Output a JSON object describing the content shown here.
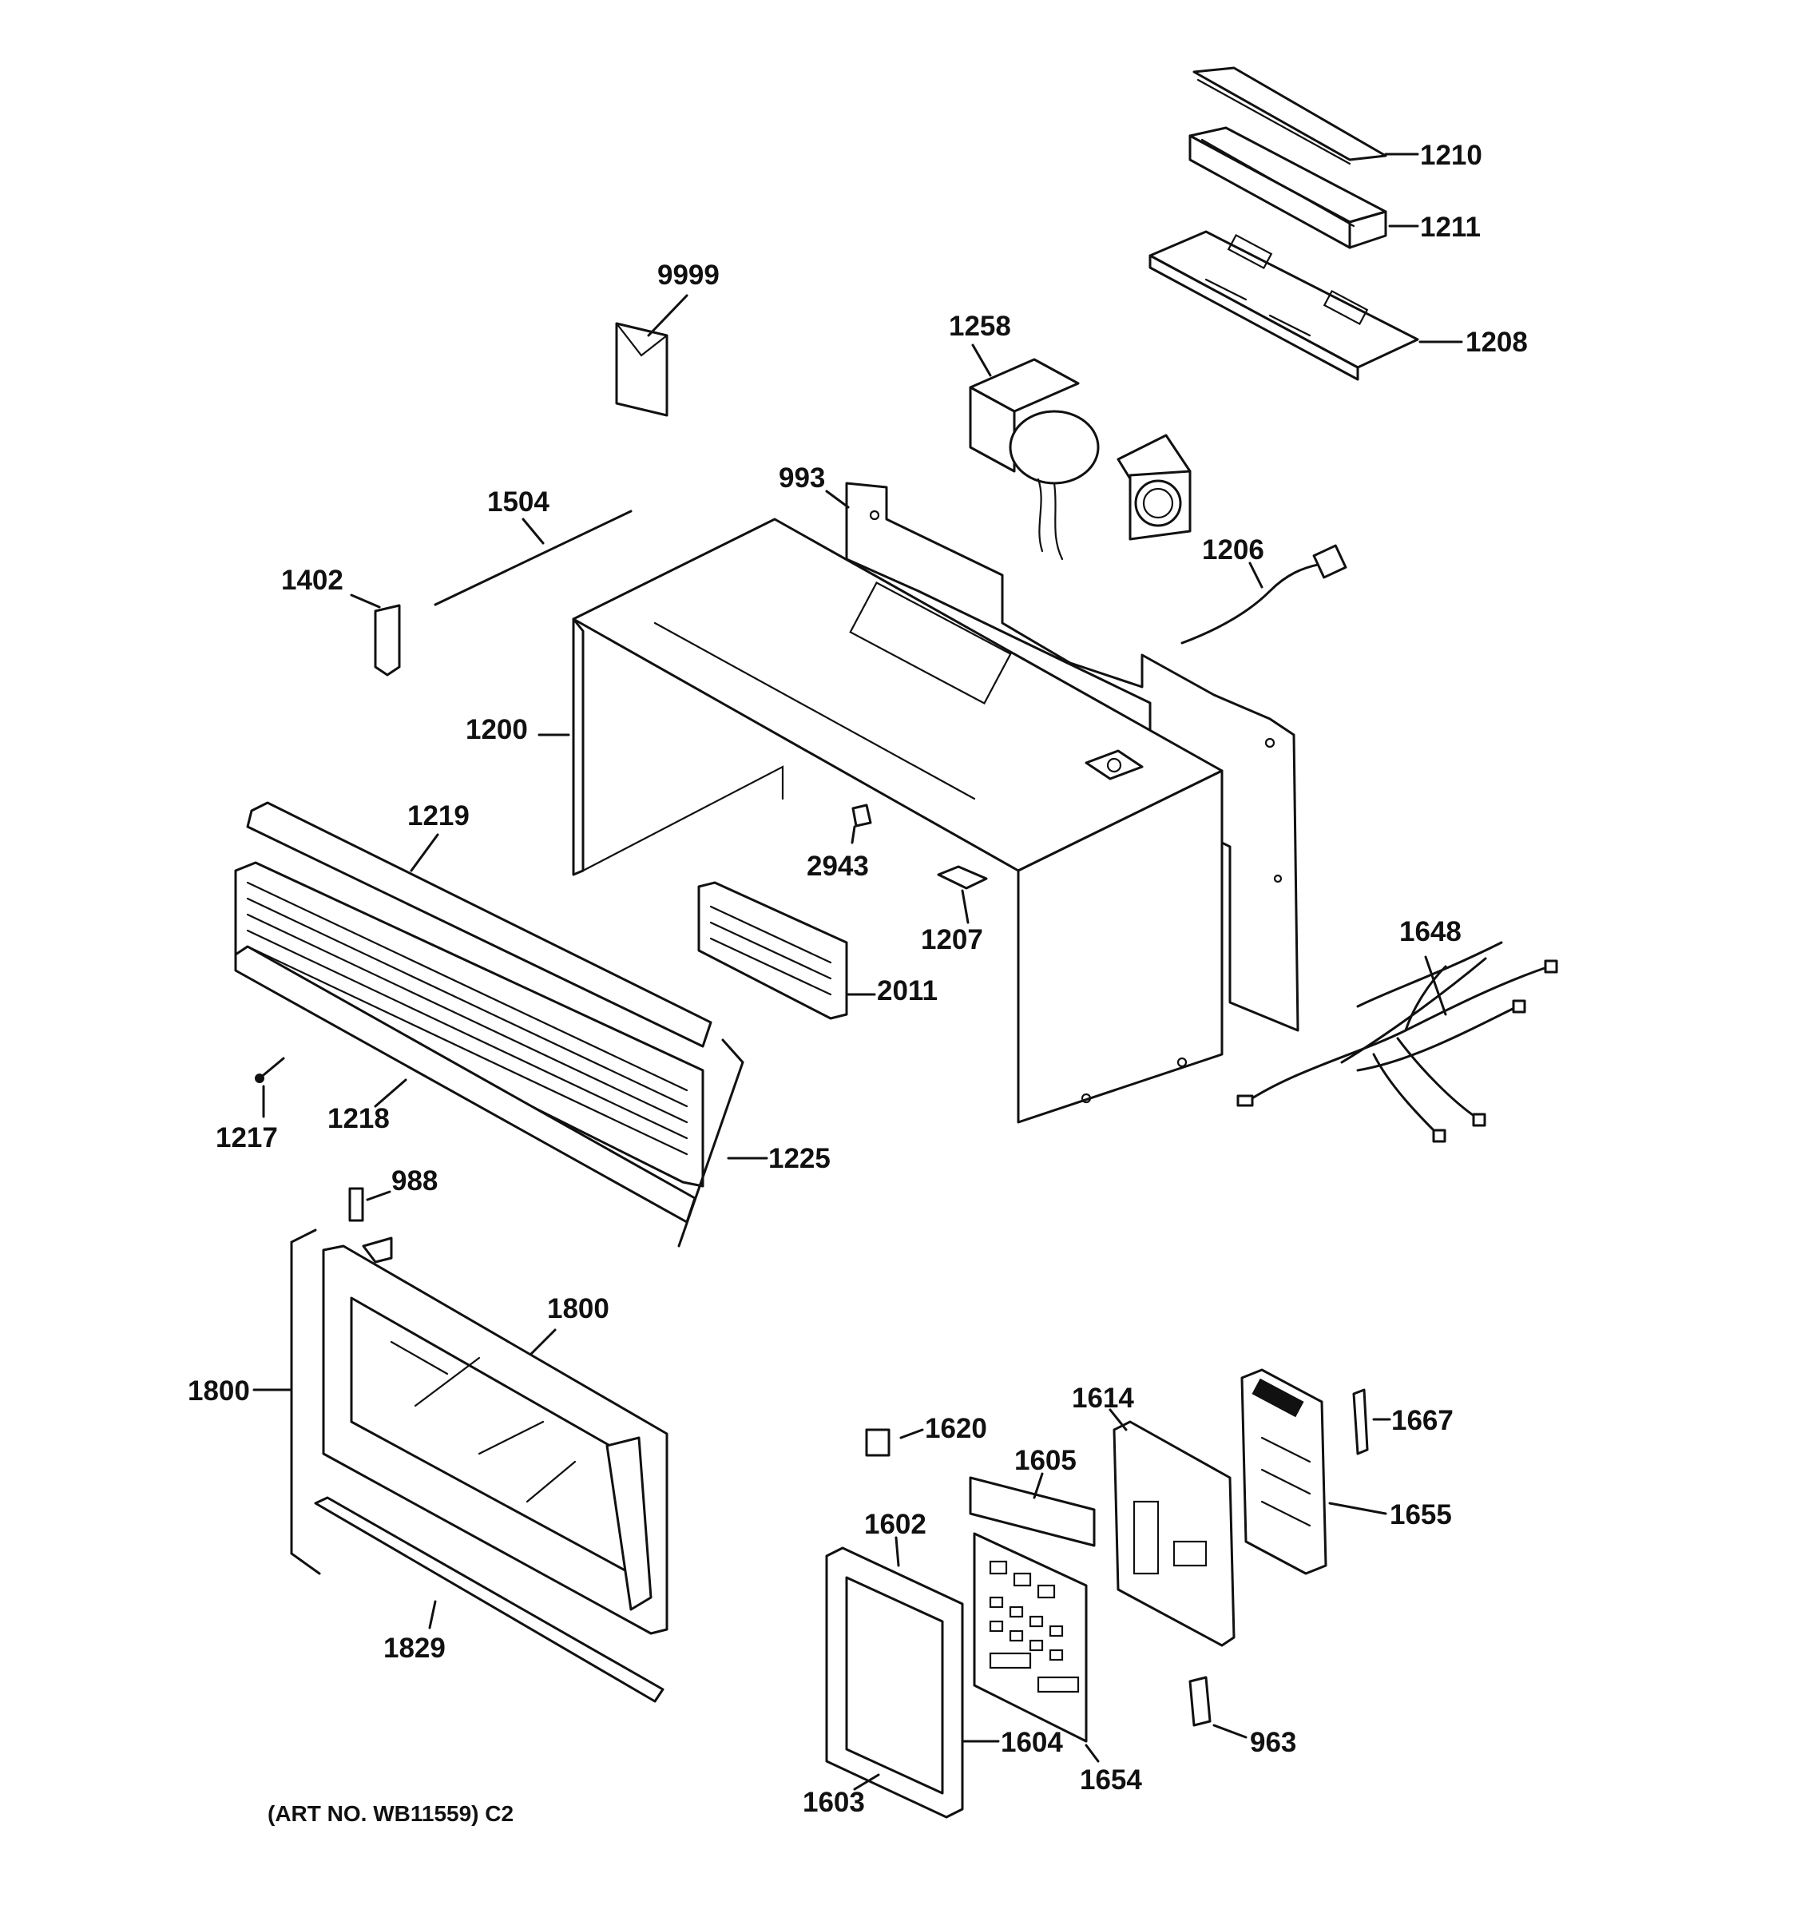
{
  "diagram": {
    "art_note": "(ART NO. WB11559) C2",
    "callouts": {
      "p1210": "1210",
      "p1211": "1211",
      "p1208": "1208",
      "p9999": "9999",
      "p1258": "1258",
      "p993": "993",
      "p1504": "1504",
      "p1402": "1402",
      "p1206": "1206",
      "p1200": "1200",
      "p1219": "1219",
      "p2943": "2943",
      "p1207": "1207",
      "p2011": "2011",
      "p1648": "1648",
      "p1217": "1217",
      "p1218": "1218",
      "p1225": "1225",
      "p988": "988",
      "p1800a": "1800",
      "p1800b": "1800",
      "p1620": "1620",
      "p1614": "1614",
      "p1667": "1667",
      "p1605": "1605",
      "p1655": "1655",
      "p1602": "1602",
      "p1829": "1829",
      "p1604": "1604",
      "p1654": "1654",
      "p963": "963",
      "p1603": "1603"
    }
  }
}
